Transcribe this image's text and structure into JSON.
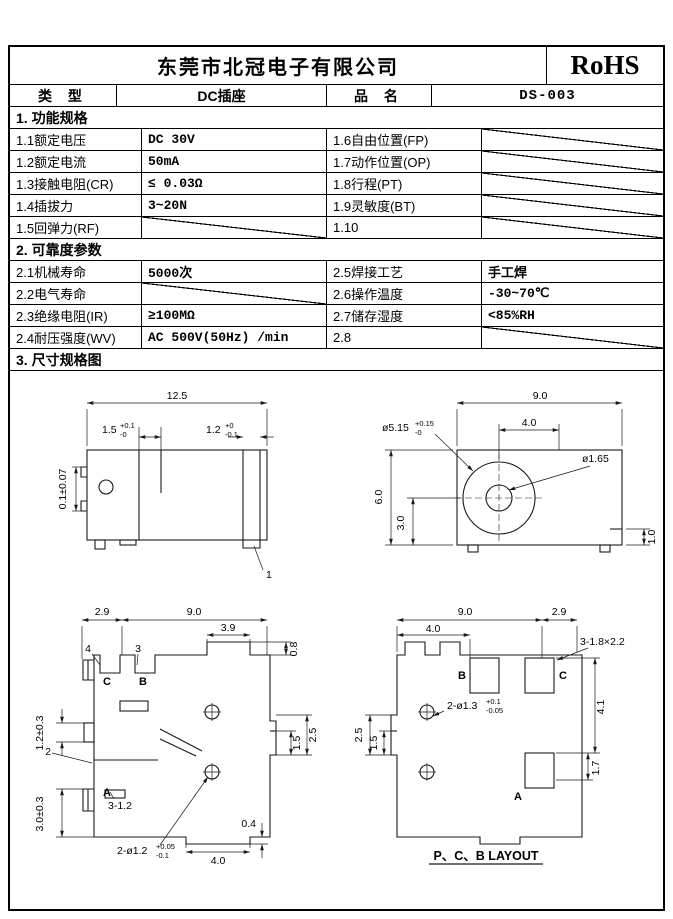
{
  "header": {
    "company": "东莞市北冠电子有限公司",
    "cert": "RoHS"
  },
  "type_row": {
    "type_label": "类 型",
    "type_value": "DC插座",
    "name_label": "品 名",
    "name_value": "DS-003"
  },
  "section1": {
    "title": "1.  功能规格",
    "rows": [
      {
        "l1": "1.1额定电压",
        "v1": "DC 30V",
        "l2": "1.6自由位置(FP)",
        "v2": ""
      },
      {
        "l1": "1.2额定电流",
        "v1": "50mA",
        "l2": "1.7动作位置(OP)",
        "v2": ""
      },
      {
        "l1": "1.3接触电阻(CR)",
        "v1": "≤ 0.03Ω",
        "l2": "1.8行程(PT)",
        "v2": ""
      },
      {
        "l1": "1.4插拔力",
        "v1": "3~20N",
        "l2": "1.9灵敏度(BT)",
        "v2": ""
      },
      {
        "l1": "1.5回弹力(RF)",
        "v1": "",
        "l2": "1.10",
        "v2": ""
      }
    ]
  },
  "section2": {
    "title": "2.  可靠度参数",
    "rows": [
      {
        "l1": "2.1机械寿命",
        "v1": "5000次",
        "l2": "2.5焊接工艺",
        "v2": "手工焊"
      },
      {
        "l1": "2.2电气寿命",
        "v1": "",
        "l2": "2.6操作温度",
        "v2": "-30~70℃"
      },
      {
        "l1": "2.3绝缘电阻(IR)",
        "v1": "≥100MΩ",
        "l2": "2.7储存湿度",
        "v2": "<85%RH"
      },
      {
        "l1": "2.4耐压强度(WV)",
        "v1": "AC 500V(50Hz) /min",
        "l2": "2.8",
        "v2": ""
      }
    ]
  },
  "section3": {
    "title": "3.  尺寸规格图",
    "side_view": {
      "total_width": "12.5",
      "step_width": "1.5",
      "step_tol_up": "+0.1",
      "step_tol_dn": "-0",
      "pin_width": "1.2",
      "pin_tol_up": "+0",
      "pin_tol_dn": "-0.1",
      "edge_gap": "0.1±0.07",
      "callout_1": "1"
    },
    "front_view": {
      "total_width": "9.0",
      "center_offset": "4.0",
      "barrel_dia": "ø5.15",
      "barrel_tol_up": "+0.15",
      "barrel_tol_dn": "-0",
      "pin_dia": "ø1.65",
      "height": "6.0",
      "center_height": "3.0",
      "foot_height": "1.0"
    },
    "top_view": {
      "left_width": "2.9",
      "body_width": "9.0",
      "slot_width": "3.9",
      "tab_height": "0.8",
      "callout_4": "4",
      "callout_3": "3",
      "callout_2": "2",
      "term_c": "C",
      "term_b": "B",
      "term_a": "A",
      "height_1": "1.2±0.3",
      "height_2": "3.0±0.3",
      "slot_dim": "3-1.2",
      "hole_dim": "2-ø1.2",
      "hole_tol_up": "+0.05",
      "hole_tol_dn": "-0.1",
      "tab_depth": "0.4",
      "tab_width": "4.0",
      "notch_1": "1.5",
      "notch_2": "2.5"
    },
    "pcb_layout": {
      "body_width": "9.0",
      "right_width": "2.9",
      "pad_spec": "3-1.8×2.2",
      "pad_offset": "4.0",
      "pad_b": "B",
      "pad_c": "C",
      "pad_a": "A",
      "hole_dim": "2-ø1.3",
      "hole_tol_up": "+0.1",
      "hole_tol_dn": "-0.05",
      "dim_4_1": "4.1",
      "dim_1_7": "1.7",
      "dim_2_5": "2.5",
      "dim_1_5": "1.5",
      "caption": "P、C、B LAYOUT"
    }
  }
}
